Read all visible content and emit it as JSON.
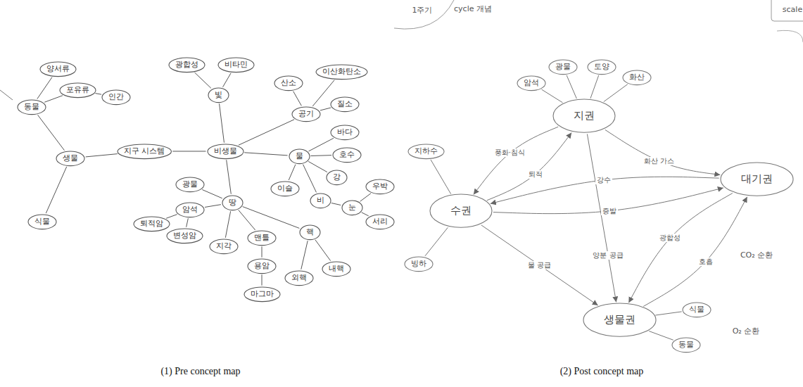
{
  "diagram": {
    "nodes": [
      {
        "text": [
          "동물"
        ]
      },
      {
        "text": [
          "양서류"
        ]
      },
      {
        "text": [
          "포유류"
        ]
      },
      {
        "text": [
          "인간"
        ]
      },
      {
        "text": [
          "생물"
        ]
      },
      {
        "text": [
          "지구 시스템"
        ]
      },
      {
        "text": [
          "식물"
        ]
      },
      {
        "text": [
          "빛"
        ]
      },
      {
        "text": [
          "광합성"
        ]
      },
      {
        "text": [
          "비타민"
        ]
      },
      {
        "text": [
          "공기"
        ]
      },
      {
        "text": [
          "산소"
        ]
      },
      {
        "text": [
          "이산화탄소"
        ]
      },
      {
        "text": [
          "질소"
        ]
      },
      {
        "text": [
          "비생물"
        ]
      },
      {
        "text": [
          "물"
        ]
      },
      {
        "text": [
          "바다"
        ]
      },
      {
        "text": [
          "호수"
        ]
      },
      {
        "text": [
          "강"
        ]
      },
      {
        "text": [
          "이슬"
        ]
      },
      {
        "text": [
          "비"
        ]
      },
      {
        "text": [
          "눈"
        ]
      },
      {
        "text": [
          "우박"
        ]
      },
      {
        "text": [
          "서리"
        ]
      },
      {
        "text": [
          "땅"
        ]
      },
      {
        "text": [
          "광물"
        ]
      },
      {
        "text": [
          "암석"
        ]
      },
      {
        "text": [
          "퇴적암"
        ]
      },
      {
        "text": [
          "변성암"
        ]
      },
      {
        "text": [
          "지각"
        ]
      },
      {
        "text": [
          "맨틀"
        ]
      },
      {
        "text": [
          "용암"
        ]
      },
      {
        "text": [
          "마그마"
        ]
      },
      {
        "text": [
          "핵"
        ]
      },
      {
        "text": [
          "외핵"
        ]
      },
      {
        "text": [
          "내핵"
        ]
      },
      {
        "text": [
          "암석"
        ]
      },
      {
        "text": [
          "광물"
        ]
      },
      {
        "text": [
          "토양"
        ]
      },
      {
        "text": [
          "화산"
        ]
      },
      {
        "text": [
          "지권"
        ]
      },
      {
        "text": [
          "지하수"
        ]
      },
      {
        "text": [
          "수권"
        ]
      },
      {
        "text": [
          "빙하"
        ]
      },
      {
        "text": [
          "대기권"
        ]
      },
      {
        "text": [
          "생물권"
        ]
      },
      {
        "text": [
          "식물"
        ]
      },
      {
        "text": [
          "동물"
        ]
      }
    ],
    "edges": [
      {
        "from": 5,
        "to": 4,
        "arrow": "none"
      },
      {
        "from": 4,
        "to": 0,
        "arrow": "none"
      },
      {
        "from": 4,
        "to": 6,
        "arrow": "none"
      },
      {
        "from": 0,
        "to": 1,
        "arrow": "none"
      },
      {
        "from": 0,
        "to": 2,
        "arrow": "none"
      },
      {
        "from": 2,
        "to": 3,
        "arrow": "none"
      },
      {
        "from": 5,
        "to": 14,
        "arrow": "none"
      },
      {
        "from": 14,
        "to": 7,
        "arrow": "none"
      },
      {
        "from": 7,
        "to": 8,
        "arrow": "none"
      },
      {
        "from": 7,
        "to": 9,
        "arrow": "none"
      },
      {
        "from": 14,
        "to": 10,
        "arrow": "none"
      },
      {
        "from": 10,
        "to": 11,
        "arrow": "none"
      },
      {
        "from": 10,
        "to": 12,
        "arrow": "none"
      },
      {
        "from": 10,
        "to": 13,
        "arrow": "none"
      },
      {
        "from": 14,
        "to": 15,
        "arrow": "none"
      },
      {
        "from": 15,
        "to": 16,
        "arrow": "none"
      },
      {
        "from": 15,
        "to": 17,
        "arrow": "none"
      },
      {
        "from": 15,
        "to": 18,
        "arrow": "none"
      },
      {
        "from": 15,
        "to": 19,
        "arrow": "none"
      },
      {
        "from": 15,
        "to": 20,
        "arrow": "none"
      },
      {
        "from": 20,
        "to": 21,
        "arrow": "none"
      },
      {
        "from": 21,
        "to": 22,
        "arrow": "none"
      },
      {
        "from": 21,
        "to": 23,
        "arrow": "none"
      },
      {
        "from": 14,
        "to": 24,
        "arrow": "none"
      },
      {
        "from": 24,
        "to": 25,
        "arrow": "none"
      },
      {
        "from": 24,
        "to": 26,
        "arrow": "none"
      },
      {
        "from": 26,
        "to": 27,
        "arrow": "none"
      },
      {
        "from": 26,
        "to": 28,
        "arrow": "none"
      },
      {
        "from": 24,
        "to": 29,
        "arrow": "none"
      },
      {
        "from": 24,
        "to": 30,
        "arrow": "none"
      },
      {
        "from": 30,
        "to": 31,
        "arrow": "none"
      },
      {
        "from": 31,
        "to": 32,
        "arrow": "none"
      },
      {
        "from": 24,
        "to": 33,
        "arrow": "none"
      },
      {
        "from": 33,
        "to": 34,
        "arrow": "none"
      },
      {
        "from": 33,
        "to": 35,
        "arrow": "none"
      },
      {
        "from": 40,
        "to": 36,
        "arrow": "none"
      },
      {
        "from": 40,
        "to": 37,
        "arrow": "none"
      },
      {
        "from": 40,
        "to": 38,
        "arrow": "none"
      },
      {
        "from": 40,
        "to": 39,
        "arrow": "none"
      },
      {
        "from": 42,
        "to": 41,
        "arrow": "none"
      },
      {
        "from": 42,
        "to": 43,
        "arrow": "none"
      },
      {
        "from": 45,
        "to": 46,
        "arrow": "none"
      },
      {
        "from": 45,
        "to": 47,
        "arrow": "none"
      },
      {
        "from": 40,
        "to": 42,
        "label": "풍화·침식",
        "arrow": "to"
      },
      {
        "from": 42,
        "to": 40,
        "label": "퇴적",
        "arrow": "to"
      },
      {
        "from": 40,
        "to": 44,
        "label": "화산 가스",
        "arrow": "to"
      },
      {
        "from": 42,
        "to": 44,
        "label": "증발",
        "arrow": "to"
      },
      {
        "from": 44,
        "to": 42,
        "label": "강수",
        "arrow": "to"
      },
      {
        "from": 45,
        "to": 44,
        "label": "호흡",
        "arrow": "to"
      },
      {
        "from": 44,
        "to": 45,
        "label": "광합성",
        "arrow": "to"
      },
      {
        "from": 42,
        "to": 45,
        "label": "물 공급",
        "arrow": "to"
      },
      {
        "from": 40,
        "to": 45,
        "label": "양분 공급",
        "arrow": "to"
      }
    ],
    "labels": [
      "(1) Pre concept map",
      "(2) Post concept map",
      "1주기",
      "cycle 개념",
      "scale",
      "CO₂ 순환",
      "O₂ 순환"
    ]
  }
}
